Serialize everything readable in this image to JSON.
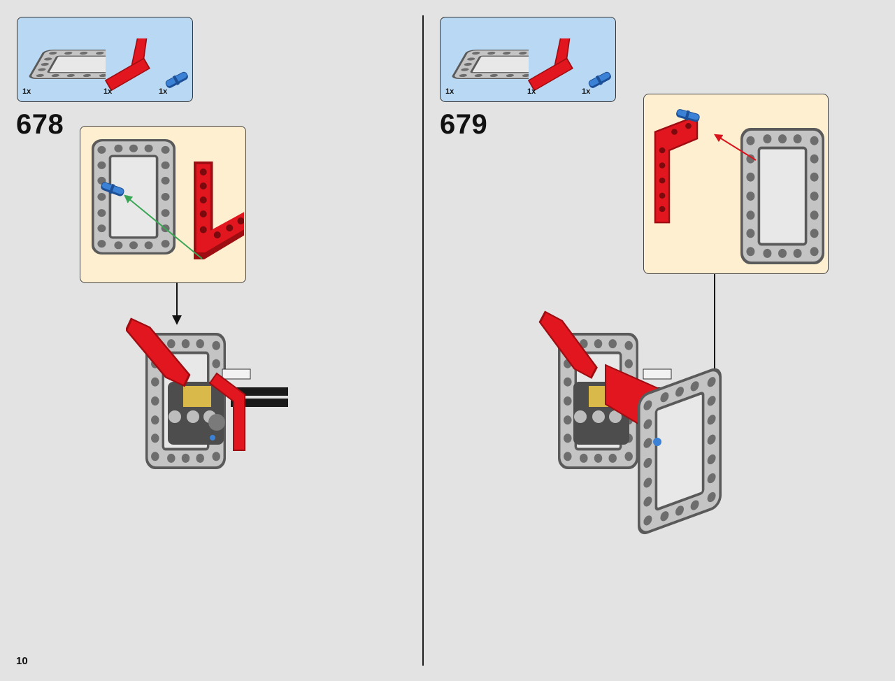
{
  "page": {
    "number": "10"
  },
  "steps": [
    {
      "number": "678",
      "parts": [
        {
          "qty": "1x",
          "icon": "grey-frame-icon"
        },
        {
          "qty": "1x",
          "icon": "red-l-beam-icon"
        },
        {
          "qty": "1x",
          "icon": "blue-pin-icon"
        }
      ]
    },
    {
      "number": "679",
      "parts": [
        {
          "qty": "1x",
          "icon": "grey-frame-icon"
        },
        {
          "qty": "1x",
          "icon": "red-l-beam-icon"
        },
        {
          "qty": "1x",
          "icon": "blue-pin-icon"
        }
      ]
    }
  ],
  "colors": {
    "background": "#e3e3e3",
    "parts_box": "#b9d8f3",
    "callout": "#fdefd0",
    "frame_grey": "#bdbdbd",
    "beam_red": "#d9141c",
    "pin_blue": "#2f6fc4",
    "arrow_green": "#3aa655",
    "arrow_red": "#d9141c"
  }
}
